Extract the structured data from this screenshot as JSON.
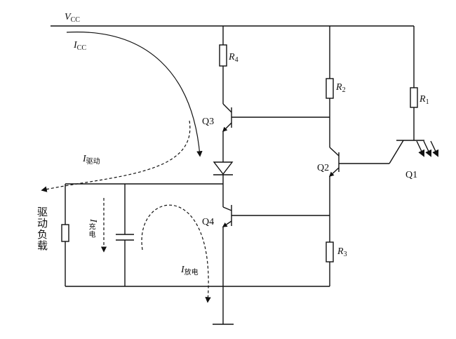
{
  "labels": {
    "vcc": {
      "main": "V",
      "sub": "CC"
    },
    "icc": {
      "main": "I",
      "sub": "CC"
    },
    "r4": {
      "main": "R",
      "sub": "4"
    },
    "r2": {
      "main": "R",
      "sub": "2"
    },
    "r1": {
      "main": "R",
      "sub": "1"
    },
    "r3": {
      "main": "R",
      "sub": "3"
    },
    "q1": "Q1",
    "q2": "Q2",
    "q3": "Q3",
    "q4": "Q4",
    "i_drive": {
      "main": "I",
      "sub": "驱动"
    },
    "i_charge": {
      "main": "I",
      "sub": "充电"
    },
    "i_discharge": {
      "main": "I",
      "sub": "放电"
    },
    "load": "驱动负载"
  }
}
